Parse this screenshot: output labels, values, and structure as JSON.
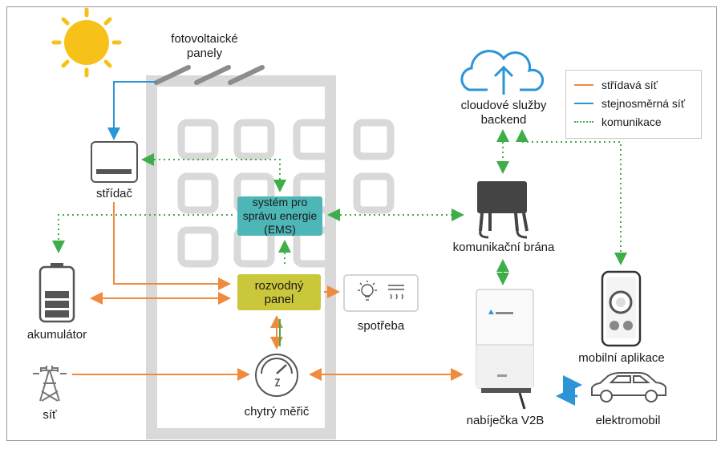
{
  "colors": {
    "ac": "#f08a3c",
    "dc": "#2b95d6",
    "comm": "#3dae49",
    "sun": "#f6c21a",
    "ems": "#4db6b6",
    "panel": "#cbc73a",
    "building": "#d9d9d9",
    "device": "#555555"
  },
  "labels": {
    "pv_panels": [
      "fotovoltaické",
      "panely"
    ],
    "inverter": "střídač",
    "battery": "akumulátor",
    "grid": "síť",
    "meter": "chytrý měřič",
    "consumption": "spotřeba",
    "cloud": [
      "cloudové služby",
      "backend"
    ],
    "gateway": "komunikační brána",
    "charger": "nabíječka V2B",
    "app": "mobilní aplikace",
    "ev": "elektromobil"
  },
  "ems": [
    "systém pro",
    "správu energie",
    "(EMS)"
  ],
  "distribution_panel": [
    "rozvodný",
    "panel"
  ],
  "legend": {
    "ac": "střídavá síť",
    "dc": "stejnosměrná síť",
    "comm": "komunikace"
  },
  "icons": {
    "sun": "sun-icon",
    "pv": "solar-panels-icon",
    "inverter": "inverter-icon",
    "battery": "battery-icon",
    "grid": "power-pylon-icon",
    "meter": "gauge-icon",
    "bulb": "light-bulb-icon",
    "heater": "heater-icon",
    "cloud": "cloud-upload-icon",
    "gateway": "gateway-router-icon",
    "charger": "wallbox-charger-icon",
    "phone": "smartphone-icon",
    "car": "car-icon"
  }
}
